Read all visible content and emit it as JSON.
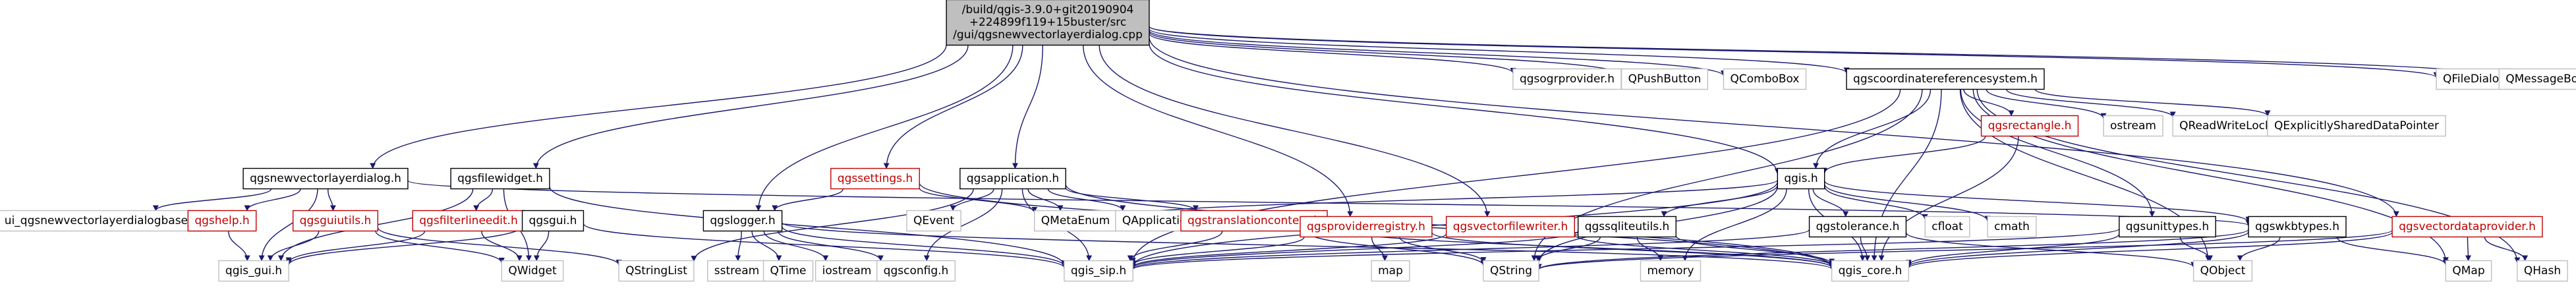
{
  "diagram": {
    "type": "include-dependency-graph",
    "colors": {
      "edge": "#191970",
      "box_border": "#000000",
      "root_fill": "#bfbfbf",
      "node_fill": "#ffffff",
      "text": "#000000",
      "doc_border": "#bf0000"
    },
    "nodes": [
      {
        "id": "root",
        "lines": [
          "/build/qgis-3.9.0+git20190904",
          "+224899f119+15buster/src",
          "/gui/qgsnewvectorlayerdialog.cpp"
        ],
        "kind": "root"
      },
      {
        "id": "qgsnewvectorlayerdialog_h",
        "lines": [
          "qgsnewvectorlayerdialog.h"
        ],
        "kind": "plain"
      },
      {
        "id": "qgsfilewidget_h",
        "lines": [
          "qgsfilewidget.h"
        ],
        "kind": "plain"
      },
      {
        "id": "qgssettings_h",
        "lines": [
          "qgssettings.h"
        ],
        "kind": "doc"
      },
      {
        "id": "qgsapplication_h",
        "lines": [
          "qgsapplication.h"
        ],
        "kind": "plain"
      },
      {
        "id": "qgscoordinatereferencesystem_h",
        "lines": [
          "qgscoordinatereferencesystem.h"
        ],
        "kind": "plain"
      },
      {
        "id": "qgsogrprovider_h",
        "lines": [
          "qgsogrprovider.h"
        ],
        "kind": "ext"
      },
      {
        "id": "QPushButton",
        "lines": [
          "QPushButton"
        ],
        "kind": "ext"
      },
      {
        "id": "QComboBox",
        "lines": [
          "QComboBox"
        ],
        "kind": "ext"
      },
      {
        "id": "QFileDialog",
        "lines": [
          "QFileDialog"
        ],
        "kind": "ext"
      },
      {
        "id": "QMessageBox",
        "lines": [
          "QMessageBox"
        ],
        "kind": "ext"
      },
      {
        "id": "ui_qgsnewvectorlayerdialogbase_h",
        "lines": [
          "ui_qgsnewvectorlayerdialogbase.h"
        ],
        "kind": "ext"
      },
      {
        "id": "qgshelp_h",
        "lines": [
          "qgshelp.h"
        ],
        "kind": "doc"
      },
      {
        "id": "qgsguiutils_h",
        "lines": [
          "qgsguiutils.h"
        ],
        "kind": "doc"
      },
      {
        "id": "qgsfilterlineedit_h",
        "lines": [
          "qgsfilterlineedit.h"
        ],
        "kind": "doc"
      },
      {
        "id": "qgsgui_h",
        "lines": [
          "qgsgui.h"
        ],
        "kind": "plain"
      },
      {
        "id": "qgslogger_h",
        "lines": [
          "qgslogger.h"
        ],
        "kind": "plain"
      },
      {
        "id": "QEvent",
        "lines": [
          "QEvent"
        ],
        "kind": "ext"
      },
      {
        "id": "QMetaEnum",
        "lines": [
          "QMetaEnum"
        ],
        "kind": "ext"
      },
      {
        "id": "QApplication",
        "lines": [
          "QApplication"
        ],
        "kind": "ext"
      },
      {
        "id": "qgstranslationcontext_h",
        "lines": [
          "qgstranslationcontext.h"
        ],
        "kind": "doc"
      },
      {
        "id": "qgsproviderregistry_h",
        "lines": [
          "qgsproviderregistry.h"
        ],
        "kind": "doc"
      },
      {
        "id": "qgsvectorfilewriter_h",
        "lines": [
          "qgsvectorfilewriter.h"
        ],
        "kind": "doc"
      },
      {
        "id": "qgis_h",
        "lines": [
          "qgis.h"
        ],
        "kind": "plain"
      },
      {
        "id": "qgsrectangle_h",
        "lines": [
          "qgsrectangle.h"
        ],
        "kind": "doc"
      },
      {
        "id": "ostream",
        "lines": [
          "ostream"
        ],
        "kind": "ext"
      },
      {
        "id": "QReadWriteLock",
        "lines": [
          "QReadWriteLock"
        ],
        "kind": "ext"
      },
      {
        "id": "QExplicitlySharedDataPointer",
        "lines": [
          "QExplicitlySharedDataPointer"
        ],
        "kind": "ext"
      },
      {
        "id": "qgsvectordataprovider_h",
        "lines": [
          "qgsvectordataprovider.h"
        ],
        "kind": "doc"
      },
      {
        "id": "qgssqliteutils_h",
        "lines": [
          "qgssqliteutils.h"
        ],
        "kind": "plain"
      },
      {
        "id": "qgstolerance_h",
        "lines": [
          "qgstolerance.h"
        ],
        "kind": "plain"
      },
      {
        "id": "cfloat",
        "lines": [
          "cfloat"
        ],
        "kind": "ext"
      },
      {
        "id": "cmath",
        "lines": [
          "cmath"
        ],
        "kind": "ext"
      },
      {
        "id": "qgsunittypes_h",
        "lines": [
          "qgsunittypes.h"
        ],
        "kind": "plain"
      },
      {
        "id": "qgswkbtypes_h",
        "lines": [
          "qgswkbtypes.h"
        ],
        "kind": "plain"
      },
      {
        "id": "qgis_gui_h",
        "lines": [
          "qgis_gui.h"
        ],
        "kind": "ext"
      },
      {
        "id": "QWidget",
        "lines": [
          "QWidget"
        ],
        "kind": "ext"
      },
      {
        "id": "QStringList",
        "lines": [
          "QStringList"
        ],
        "kind": "ext"
      },
      {
        "id": "sstream",
        "lines": [
          "sstream"
        ],
        "kind": "ext"
      },
      {
        "id": "QTime",
        "lines": [
          "QTime"
        ],
        "kind": "ext"
      },
      {
        "id": "iostream",
        "lines": [
          "iostream"
        ],
        "kind": "ext"
      },
      {
        "id": "qgsconfig_h",
        "lines": [
          "qgsconfig.h"
        ],
        "kind": "ext"
      },
      {
        "id": "qgis_sip_h",
        "lines": [
          "qgis_sip.h"
        ],
        "kind": "ext"
      },
      {
        "id": "map",
        "lines": [
          "map"
        ],
        "kind": "ext"
      },
      {
        "id": "QString",
        "lines": [
          "QString"
        ],
        "kind": "ext"
      },
      {
        "id": "memory",
        "lines": [
          "memory"
        ],
        "kind": "ext"
      },
      {
        "id": "qgis_core_h",
        "lines": [
          "qgis_core.h"
        ],
        "kind": "ext"
      },
      {
        "id": "QObject",
        "lines": [
          "QObject"
        ],
        "kind": "ext"
      },
      {
        "id": "QMap",
        "lines": [
          "QMap"
        ],
        "kind": "ext"
      },
      {
        "id": "QHash",
        "lines": [
          "QHash"
        ],
        "kind": "ext"
      }
    ],
    "edges": [
      [
        "root",
        "qgsnewvectorlayerdialog_h"
      ],
      [
        "root",
        "qgsfilewidget_h"
      ],
      [
        "root",
        "qgssettings_h"
      ],
      [
        "root",
        "qgsapplication_h"
      ],
      [
        "root",
        "qgscoordinatereferencesystem_h"
      ],
      [
        "root",
        "qgsogrprovider_h"
      ],
      [
        "root",
        "QPushButton"
      ],
      [
        "root",
        "QComboBox"
      ],
      [
        "root",
        "QFileDialog"
      ],
      [
        "root",
        "QMessageBox"
      ],
      [
        "root",
        "qgslogger_h"
      ],
      [
        "root",
        "qgsproviderregistry_h"
      ],
      [
        "root",
        "qgsvectorfilewriter_h"
      ],
      [
        "root",
        "qgis_h"
      ],
      [
        "root",
        "qgsvectordataprovider_h"
      ],
      [
        "qgsnewvectorlayerdialog_h",
        "ui_qgsnewvectorlayerdialogbase_h"
      ],
      [
        "qgsnewvectorlayerdialog_h",
        "qgshelp_h"
      ],
      [
        "qgsnewvectorlayerdialog_h",
        "qgsguiutils_h"
      ],
      [
        "qgsnewvectorlayerdialog_h",
        "qgis_gui_h"
      ],
      [
        "qgsnewvectorlayerdialog_h",
        "qgswkbtypes_h"
      ],
      [
        "qgsfilewidget_h",
        "qgsfilterlineedit_h"
      ],
      [
        "qgsfilewidget_h",
        "QWidget"
      ],
      [
        "qgsfilewidget_h",
        "qgis_gui_h"
      ],
      [
        "qgsfilewidget_h",
        "qgis_sip_h"
      ],
      [
        "qgssettings_h",
        "QMetaEnum"
      ],
      [
        "qgssettings_h",
        "qgslogger_h"
      ],
      [
        "qgssettings_h",
        "qgis_core_h"
      ],
      [
        "qgsapplication_h",
        "QEvent"
      ],
      [
        "qgsapplication_h",
        "QMetaEnum"
      ],
      [
        "qgsapplication_h",
        "QApplication"
      ],
      [
        "qgsapplication_h",
        "qgstranslationcontext_h"
      ],
      [
        "qgsapplication_h",
        "QStringList"
      ],
      [
        "qgsapplication_h",
        "qgsconfig_h"
      ],
      [
        "qgsapplication_h",
        "qgis_sip_h"
      ],
      [
        "qgsapplication_h",
        "qgis_core_h"
      ],
      [
        "qgscoordinatereferencesystem_h",
        "qgsrectangle_h"
      ],
      [
        "qgscoordinatereferencesystem_h",
        "qgis_h"
      ],
      [
        "qgscoordinatereferencesystem_h",
        "ostream"
      ],
      [
        "qgscoordinatereferencesystem_h",
        "QReadWriteLock"
      ],
      [
        "qgscoordinatereferencesystem_h",
        "QExplicitlySharedDataPointer"
      ],
      [
        "qgscoordinatereferencesystem_h",
        "qgsunittypes_h"
      ],
      [
        "qgscoordinatereferencesystem_h",
        "QObject"
      ],
      [
        "qgscoordinatereferencesystem_h",
        "QHash"
      ],
      [
        "qgscoordinatereferencesystem_h",
        "QMap"
      ],
      [
        "qgscoordinatereferencesystem_h",
        "qgis_core_h"
      ],
      [
        "qgscoordinatereferencesystem_h",
        "qgis_sip_h"
      ],
      [
        "qgscoordinatereferencesystem_h",
        "QString"
      ],
      [
        "qgshelp_h",
        "qgis_gui_h"
      ],
      [
        "qgsguiutils_h",
        "qgis_gui_h"
      ],
      [
        "qgsguiutils_h",
        "QWidget"
      ],
      [
        "qgsguiutils_h",
        "QStringList"
      ],
      [
        "qgsfilterlineedit_h",
        "qgis_gui_h"
      ],
      [
        "qgsfilterlineedit_h",
        "QWidget"
      ],
      [
        "qgsgui_h",
        "qgis_gui_h"
      ],
      [
        "qgsgui_h",
        "QWidget"
      ],
      [
        "qgsgui_h",
        "qgis_sip_h"
      ],
      [
        "qgslogger_h",
        "sstream"
      ],
      [
        "qgslogger_h",
        "QTime"
      ],
      [
        "qgslogger_h",
        "iostream"
      ],
      [
        "qgslogger_h",
        "qgsconfig_h"
      ],
      [
        "qgslogger_h",
        "qgis_sip_h"
      ],
      [
        "qgslogger_h",
        "qgis_core_h"
      ],
      [
        "qgstranslationcontext_h",
        "qgis_core_h"
      ],
      [
        "qgstranslationcontext_h",
        "QString"
      ],
      [
        "qgstranslationcontext_h",
        "qgis_sip_h"
      ],
      [
        "qgsproviderregistry_h",
        "map"
      ],
      [
        "qgsproviderregistry_h",
        "QString"
      ],
      [
        "qgsproviderregistry_h",
        "qgis_sip_h"
      ],
      [
        "qgsproviderregistry_h",
        "qgis_core_h"
      ],
      [
        "qgsvectorfilewriter_h",
        "qgis_core_h"
      ],
      [
        "qgsvectorfilewriter_h",
        "qgis_sip_h"
      ],
      [
        "qgis_h",
        "QMetaEnum"
      ],
      [
        "qgis_h",
        "cfloat"
      ],
      [
        "qgis_h",
        "cmath"
      ],
      [
        "qgis_h",
        "memory"
      ],
      [
        "qgis_h",
        "qgstolerance_h"
      ],
      [
        "qgis_h",
        "qgssqliteutils_h"
      ],
      [
        "qgis_h",
        "qgswkbtypes_h"
      ],
      [
        "qgis_h",
        "qgis_sip_h"
      ],
      [
        "qgis_h",
        "qgis_core_h"
      ],
      [
        "qgis_h",
        "QString"
      ],
      [
        "qgsrectangle_h",
        "qgis_h"
      ],
      [
        "qgsrectangle_h",
        "qgis_core_h"
      ],
      [
        "qgssqliteutils_h",
        "memory"
      ],
      [
        "qgssqliteutils_h",
        "QString"
      ],
      [
        "qgssqliteutils_h",
        "qgis_core_h"
      ],
      [
        "qgssqliteutils_h",
        "qgis_sip_h"
      ],
      [
        "qgstolerance_h",
        "QObject"
      ],
      [
        "qgstolerance_h",
        "qgis_core_h"
      ],
      [
        "qgstolerance_h",
        "qgis_sip_h"
      ],
      [
        "qgsunittypes_h",
        "QObject"
      ],
      [
        "qgsunittypes_h",
        "qgis_core_h"
      ],
      [
        "qgsunittypes_h",
        "qgis_sip_h"
      ],
      [
        "qgswkbtypes_h",
        "QObject"
      ],
      [
        "qgswkbtypes_h",
        "QMap"
      ],
      [
        "qgswkbtypes_h",
        "QString"
      ],
      [
        "qgswkbtypes_h",
        "qgis_core_h"
      ],
      [
        "qgsvectordataprovider_h",
        "QMap"
      ],
      [
        "qgsvectordataprovider_h",
        "QHash"
      ],
      [
        "qgsvectordataprovider_h",
        "qgis_core_h"
      ],
      [
        "qgsvectordataprovider_h",
        "QString"
      ]
    ]
  }
}
